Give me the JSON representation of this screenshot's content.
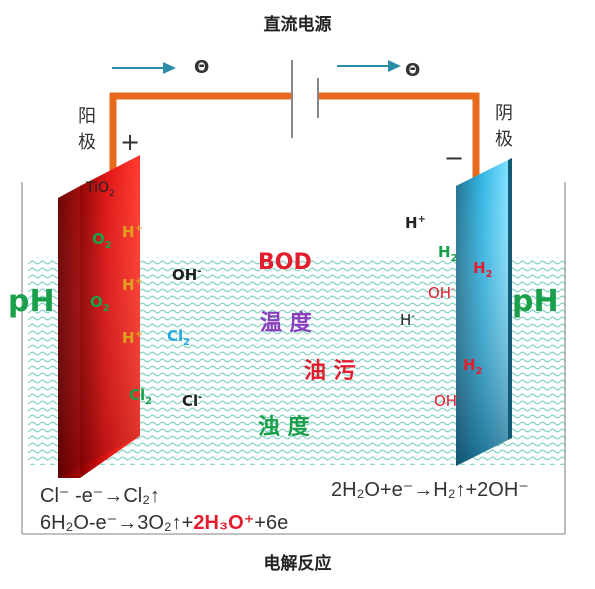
{
  "title": "直流电源",
  "footer": "电解反应",
  "electron_symbol": "Θ",
  "anode": {
    "label": [
      "阳",
      "极"
    ],
    "sign": "+",
    "material": "TiO",
    "material_sub": "2"
  },
  "cathode": {
    "label": [
      "阴",
      "极"
    ],
    "sign": "−"
  },
  "ph": "pH",
  "pollutants": {
    "bod": "BOD",
    "temperature": "温 度",
    "oil": "油 污",
    "turbidity": "浊 度"
  },
  "species": {
    "o2": [
      "O",
      "2"
    ],
    "h_plus": [
      "H",
      "+"
    ],
    "oh_minus": [
      "OH",
      "-"
    ],
    "cl2": [
      "Cl",
      "2"
    ],
    "cl_minus": [
      "Cl",
      "-"
    ],
    "h_minus": [
      "H",
      "-"
    ],
    "h2": [
      "H",
      "2"
    ]
  },
  "equations": {
    "anode_1": "Cl⁻ -e⁻→Cl₂↑",
    "anode_2a": "6H₂O-e⁻→3O₂↑+",
    "anode_2b": "2H₃O⁺",
    "anode_2c": "+6e",
    "cathode": "2H₂O+e⁻→H₂↑+2OH⁻"
  },
  "colors": {
    "wire": "#e86a1c",
    "arrow": "#2a8ca8",
    "anode": "#d81414",
    "cathode": "#2db3e3",
    "water_wave": "#8fd3c9",
    "red_text": "#e11d2e",
    "green_text": "#1aa04a",
    "purple_text": "#8a3fbf",
    "orange_text": "#e0a020",
    "cyan_text": "#26a8e0"
  }
}
